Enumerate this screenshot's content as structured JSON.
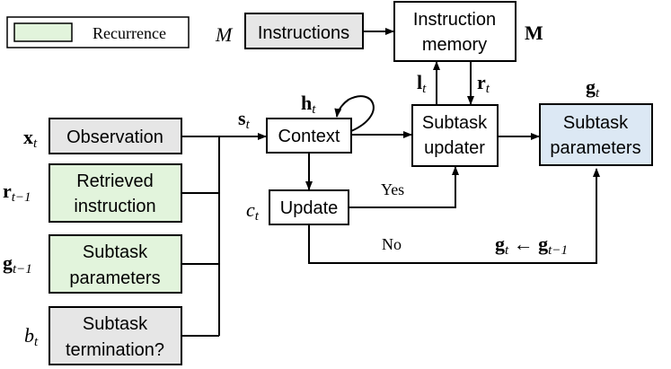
{
  "colors": {
    "green": "#e2f4dc",
    "gray": "#e6e6e6",
    "blue": "#dce8f4",
    "white": "#ffffff"
  },
  "legend": {
    "label": "Recurrence"
  },
  "boxes": {
    "instructions": "Instructions",
    "memory_line1": "Instruction",
    "memory_line2": "memory",
    "observation": "Observation",
    "retrieved_line1": "Retrieved",
    "retrieved_line2": "instruction",
    "subtask_params_in_line1": "Subtask",
    "subtask_params_in_line2": "parameters",
    "termination_line1": "Subtask",
    "termination_line2": "termination?",
    "context": "Context",
    "update": "Update",
    "updater_line1": "Subtask",
    "updater_line2": "updater",
    "subtask_params_out_line1": "Subtask",
    "subtask_params_out_line2": "parameters"
  },
  "labels": {
    "M_italic": "M",
    "M_bold": "M",
    "x_main": "x",
    "x_sub": "t",
    "r_in_main": "r",
    "r_in_sub": "t−1",
    "g_in_main": "g",
    "g_in_sub": "t−1",
    "b_main": "b",
    "b_sub": "t",
    "s_main": "s",
    "s_sub": "t",
    "h_main": "h",
    "h_sub": "t",
    "c_main": "c",
    "c_sub": "t",
    "l_main": "l",
    "l_sub": "t",
    "r_main": "r",
    "r_sub": "t",
    "g_out_main": "g",
    "g_out_sub": "t",
    "yes": "Yes",
    "no": "No",
    "assign_left_main": "g",
    "assign_left_sub": "t",
    "assign_arrow": " ← ",
    "assign_right_main": "g",
    "assign_right_sub": "t−1"
  }
}
